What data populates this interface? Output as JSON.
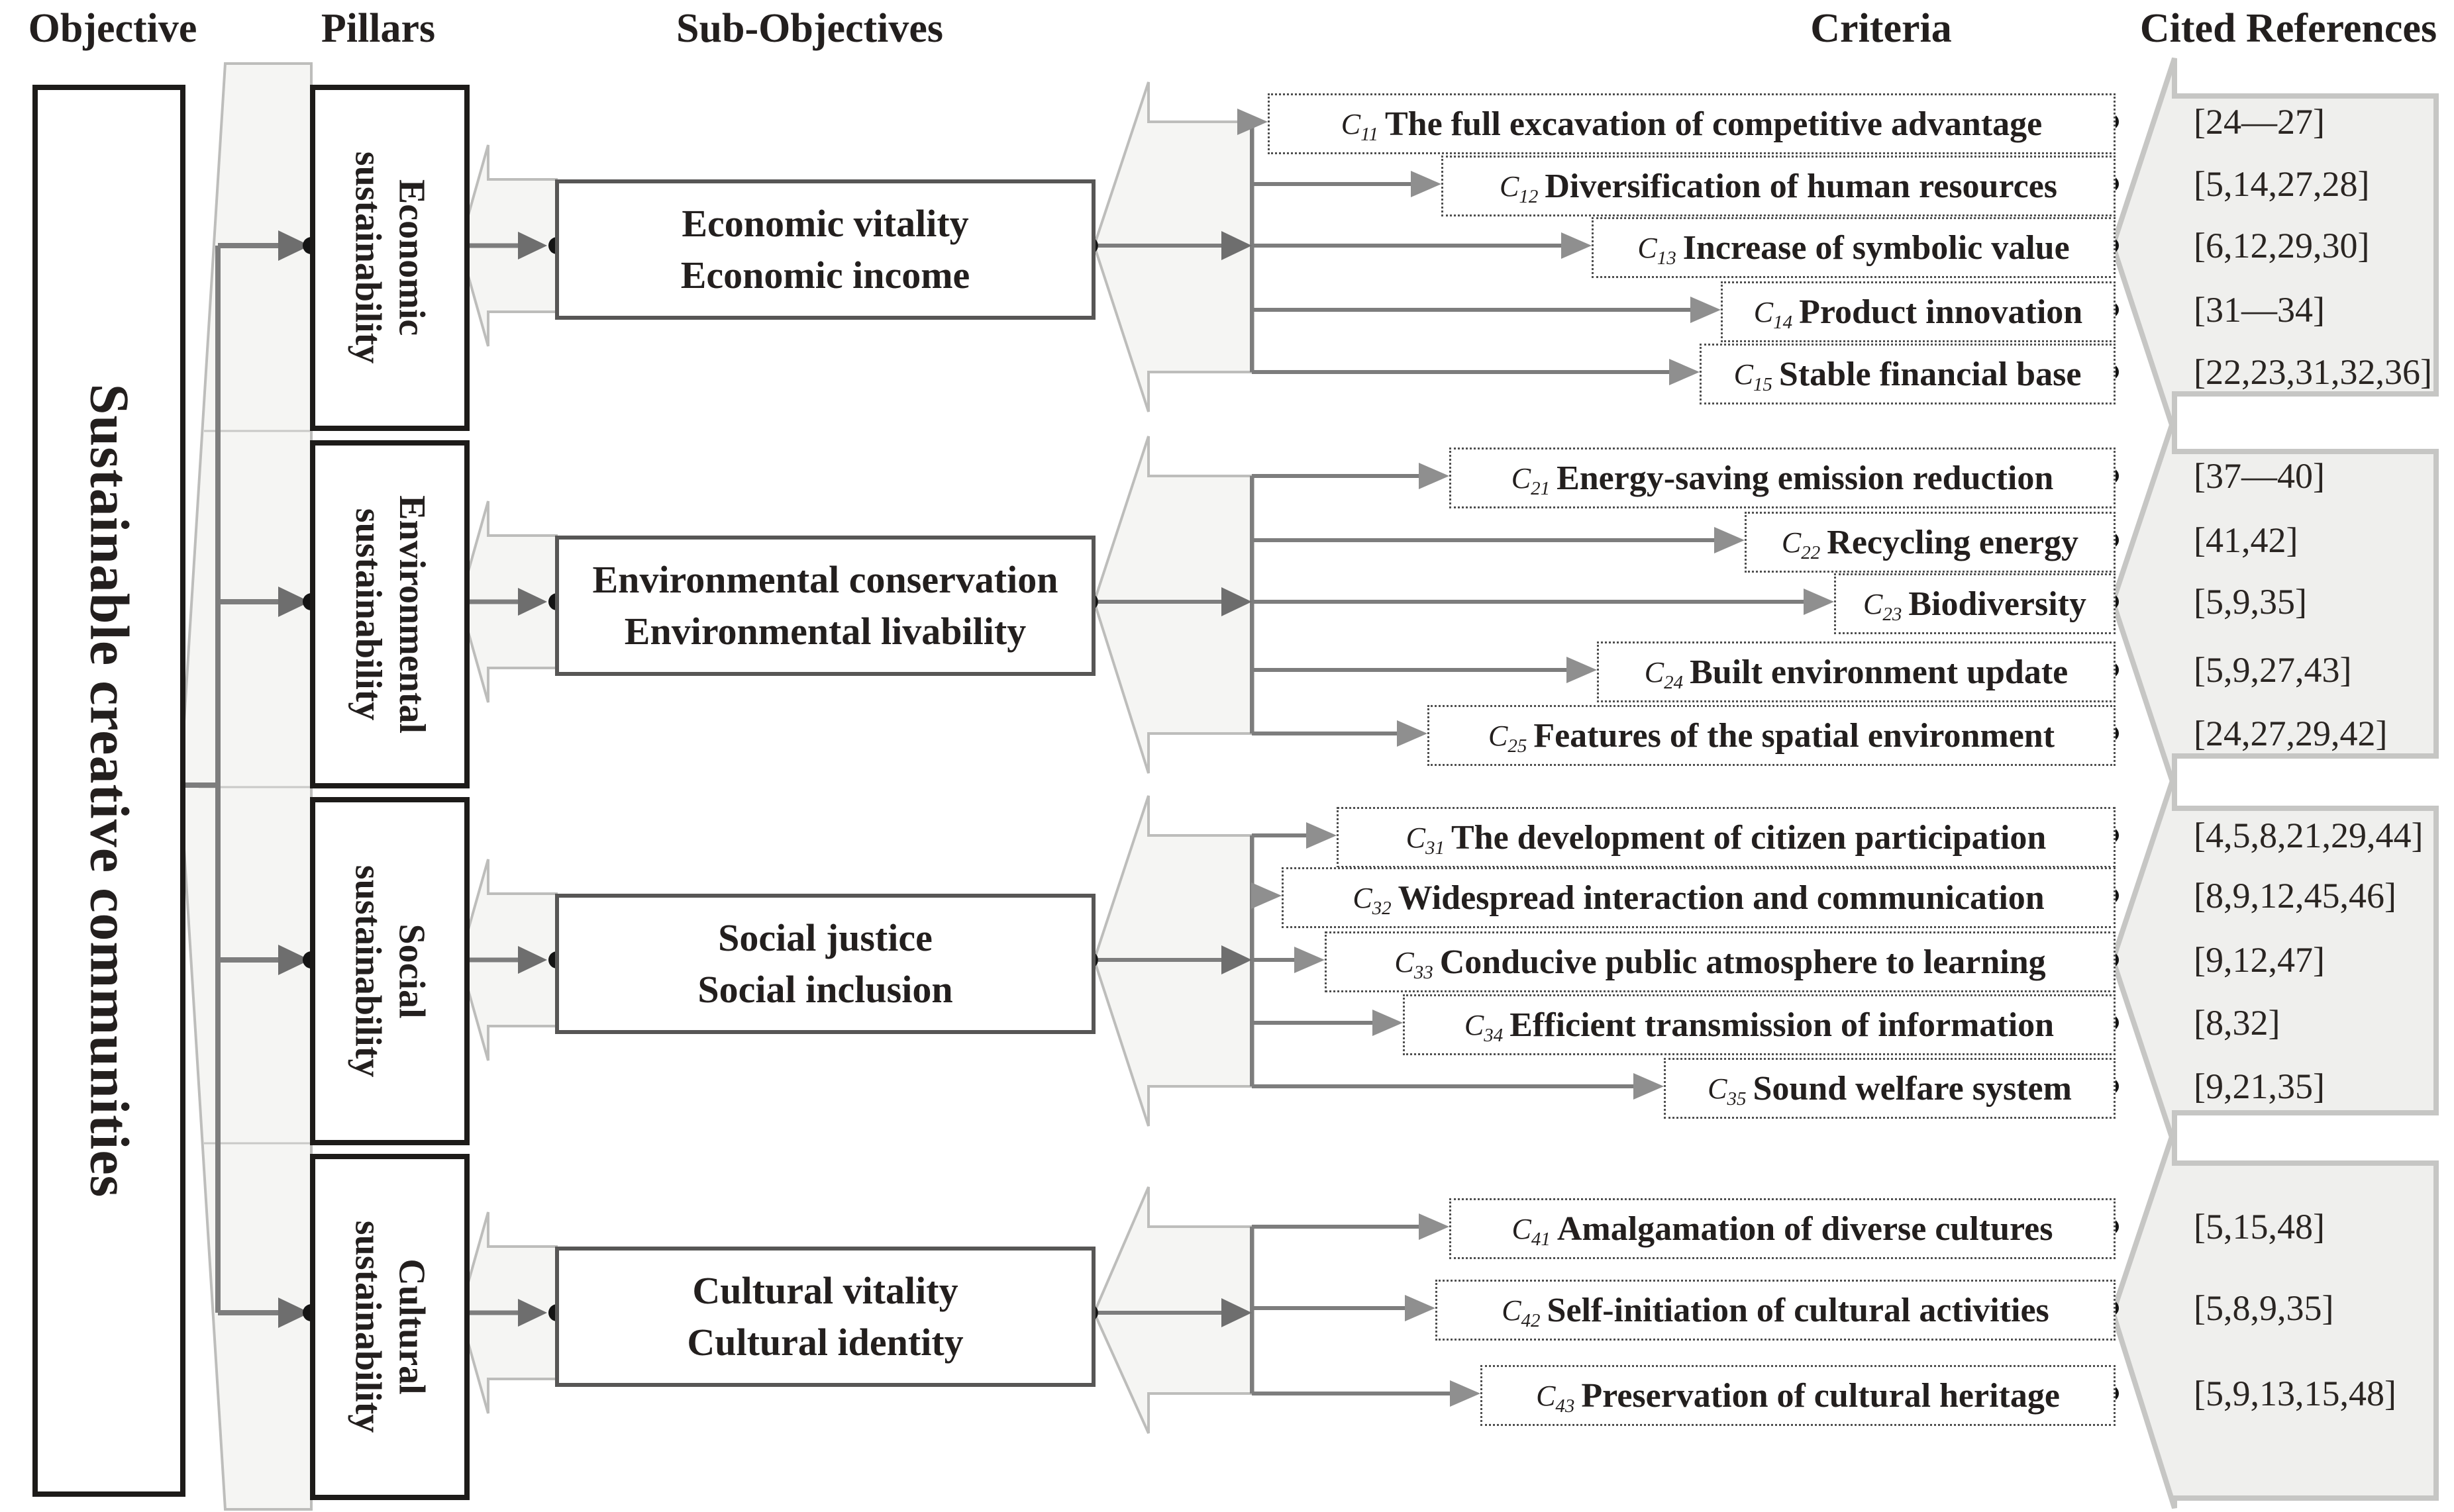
{
  "headers": {
    "objective": "Objective",
    "pillars": "Pillars",
    "sub_objectives": "Sub-Objectives",
    "criteria": "Criteria",
    "cited_references": "Cited References"
  },
  "objective": {
    "label": "Sustainable creative communities"
  },
  "criterion_symbol": "C",
  "colors": {
    "light_fill": "#f5f5f3",
    "light_stroke": "#bdbdbb",
    "connector": "#7d7d7d",
    "reference_fill": "#efefed",
    "reference_stroke": "#c6c6c4",
    "text": "#231f1e"
  },
  "groups": [
    {
      "pillar_line1": "Economic",
      "pillar_line2": "sustainability",
      "sub_objective_line1": "Economic vitality",
      "sub_objective_line2": "Economic income",
      "criteria": [
        {
          "sub": "11",
          "label": "The full excavation of competitive advantage",
          "refs": "[24—27]"
        },
        {
          "sub": "12",
          "label": "Diversification of human resources",
          "refs": "[5,14,27,28]"
        },
        {
          "sub": "13",
          "label": "Increase of symbolic value",
          "refs": "[6,12,29,30]"
        },
        {
          "sub": "14",
          "label": "Product innovation",
          "refs": "[31—34]"
        },
        {
          "sub": "15",
          "label": "Stable financial base",
          "refs": "[22,23,31,32,36]"
        }
      ]
    },
    {
      "pillar_line1": "Environmental",
      "pillar_line2": "sustainability",
      "sub_objective_line1": "Environmental conservation",
      "sub_objective_line2": "Environmental livability",
      "criteria": [
        {
          "sub": "21",
          "label": "Energy-saving emission reduction",
          "refs": "[37—40]"
        },
        {
          "sub": "22",
          "label": "Recycling energy",
          "refs": "[41,42]"
        },
        {
          "sub": "23",
          "label": "Biodiversity",
          "refs": "[5,9,35]"
        },
        {
          "sub": "24",
          "label": "Built environment update",
          "refs": "[5,9,27,43]"
        },
        {
          "sub": "25",
          "label": "Features of the spatial environment",
          "refs": "[24,27,29,42]"
        }
      ]
    },
    {
      "pillar_line1": "Social",
      "pillar_line2": "sustainability",
      "sub_objective_line1": "Social justice",
      "sub_objective_line2": "Social inclusion",
      "criteria": [
        {
          "sub": "31",
          "label": "The development of citizen participation",
          "refs": "[4,5,8,21,29,44]"
        },
        {
          "sub": "32",
          "label": "Widespread interaction and communication",
          "refs": "[8,9,12,45,46]"
        },
        {
          "sub": "33",
          "label": "Conducive public atmosphere to learning",
          "refs": "[9,12,47]"
        },
        {
          "sub": "34",
          "label": "Efficient transmission of information",
          "refs": "[8,32]"
        },
        {
          "sub": "35",
          "label": "Sound welfare system",
          "refs": "[9,21,35]"
        }
      ]
    },
    {
      "pillar_line1": "Cultural",
      "pillar_line2": "sustainability",
      "sub_objective_line1": "Cultural vitality",
      "sub_objective_line2": "Cultural identity",
      "criteria": [
        {
          "sub": "41",
          "label": "Amalgamation of diverse cultures",
          "refs": "[5,15,48]"
        },
        {
          "sub": "42",
          "label": "Self-initiation of cultural activities",
          "refs": "[5,8,9,35]"
        },
        {
          "sub": "43",
          "label": "Preservation of cultural heritage",
          "refs": "[5,9,13,15,48]"
        }
      ]
    }
  ]
}
